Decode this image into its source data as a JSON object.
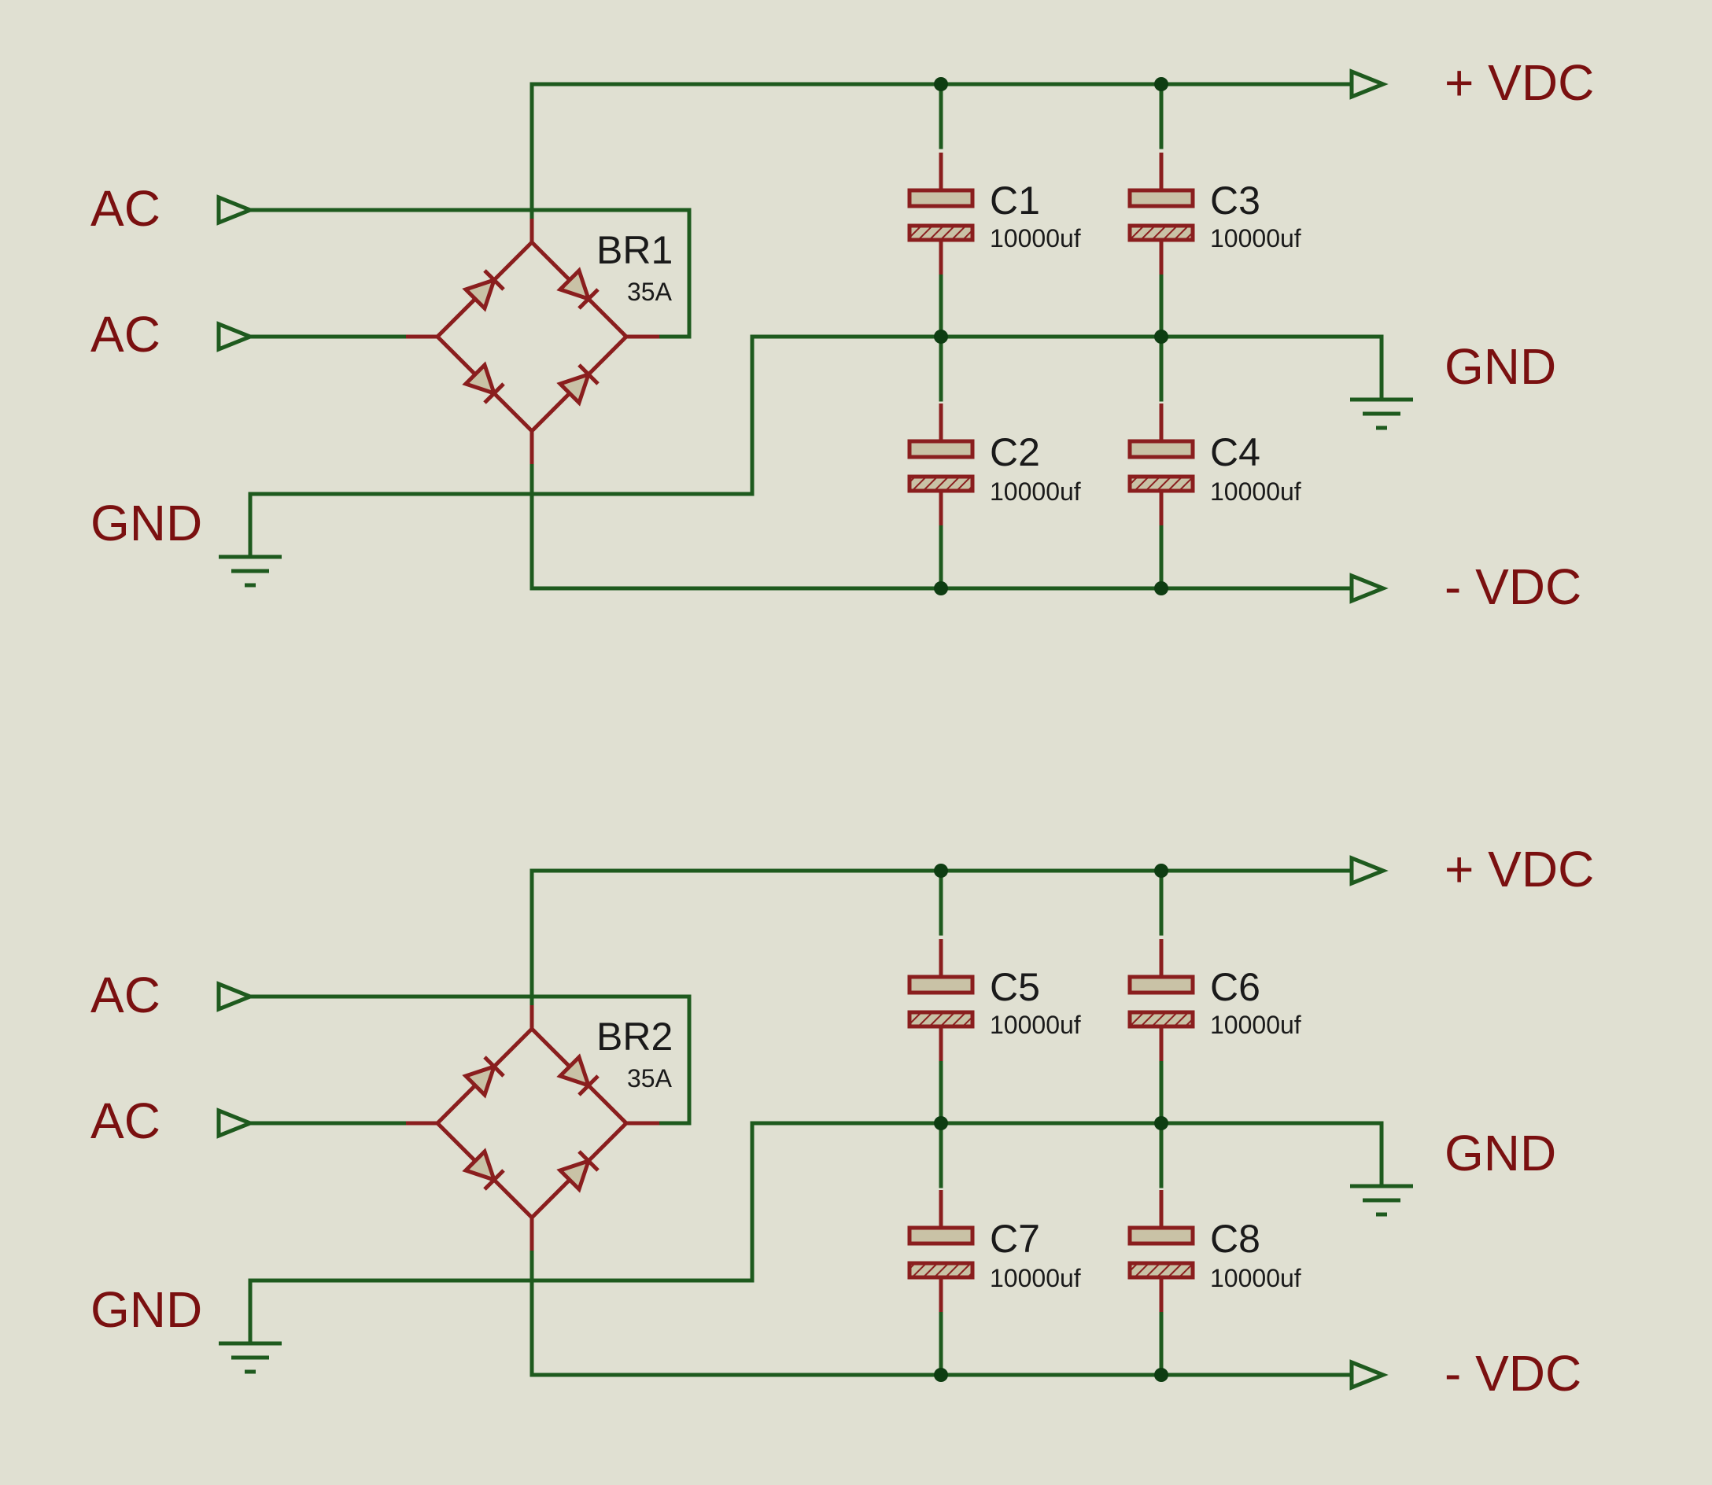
{
  "colors": {
    "background": "#E0E0D2",
    "wire": "#1E5A1E",
    "junction": "#0E3D12",
    "component": "#8A1E1E",
    "component_fill": "#C9C2A6",
    "net_label": "#7A1010",
    "component_label": "#1A1A1A"
  },
  "icons": [
    "input-terminal-icon",
    "output-terminal-icon",
    "ground-icon",
    "diode-icon",
    "capacitor-icon"
  ],
  "circuits": [
    {
      "bridge": {
        "ref": "BR1",
        "value": "35A"
      },
      "inputs": {
        "ac1": "AC",
        "ac2": "AC",
        "gnd": "GND"
      },
      "outputs": {
        "pos": "+ VDC",
        "gnd": "GND",
        "neg": "- VDC"
      },
      "capacitors": [
        {
          "ref": "C1",
          "value": "10000uf"
        },
        {
          "ref": "C2",
          "value": "10000uf"
        },
        {
          "ref": "C3",
          "value": "10000uf"
        },
        {
          "ref": "C4",
          "value": "10000uf"
        }
      ]
    },
    {
      "bridge": {
        "ref": "BR2",
        "value": "35A"
      },
      "inputs": {
        "ac1": "AC",
        "ac2": "AC",
        "gnd": "GND"
      },
      "outputs": {
        "pos": "+ VDC",
        "gnd": "GND",
        "neg": "- VDC"
      },
      "capacitors": [
        {
          "ref": "C5",
          "value": "10000uf"
        },
        {
          "ref": "C7",
          "value": "10000uf"
        },
        {
          "ref": "C6",
          "value": "10000uf"
        },
        {
          "ref": "C8",
          "value": "10000uf"
        }
      ]
    }
  ]
}
